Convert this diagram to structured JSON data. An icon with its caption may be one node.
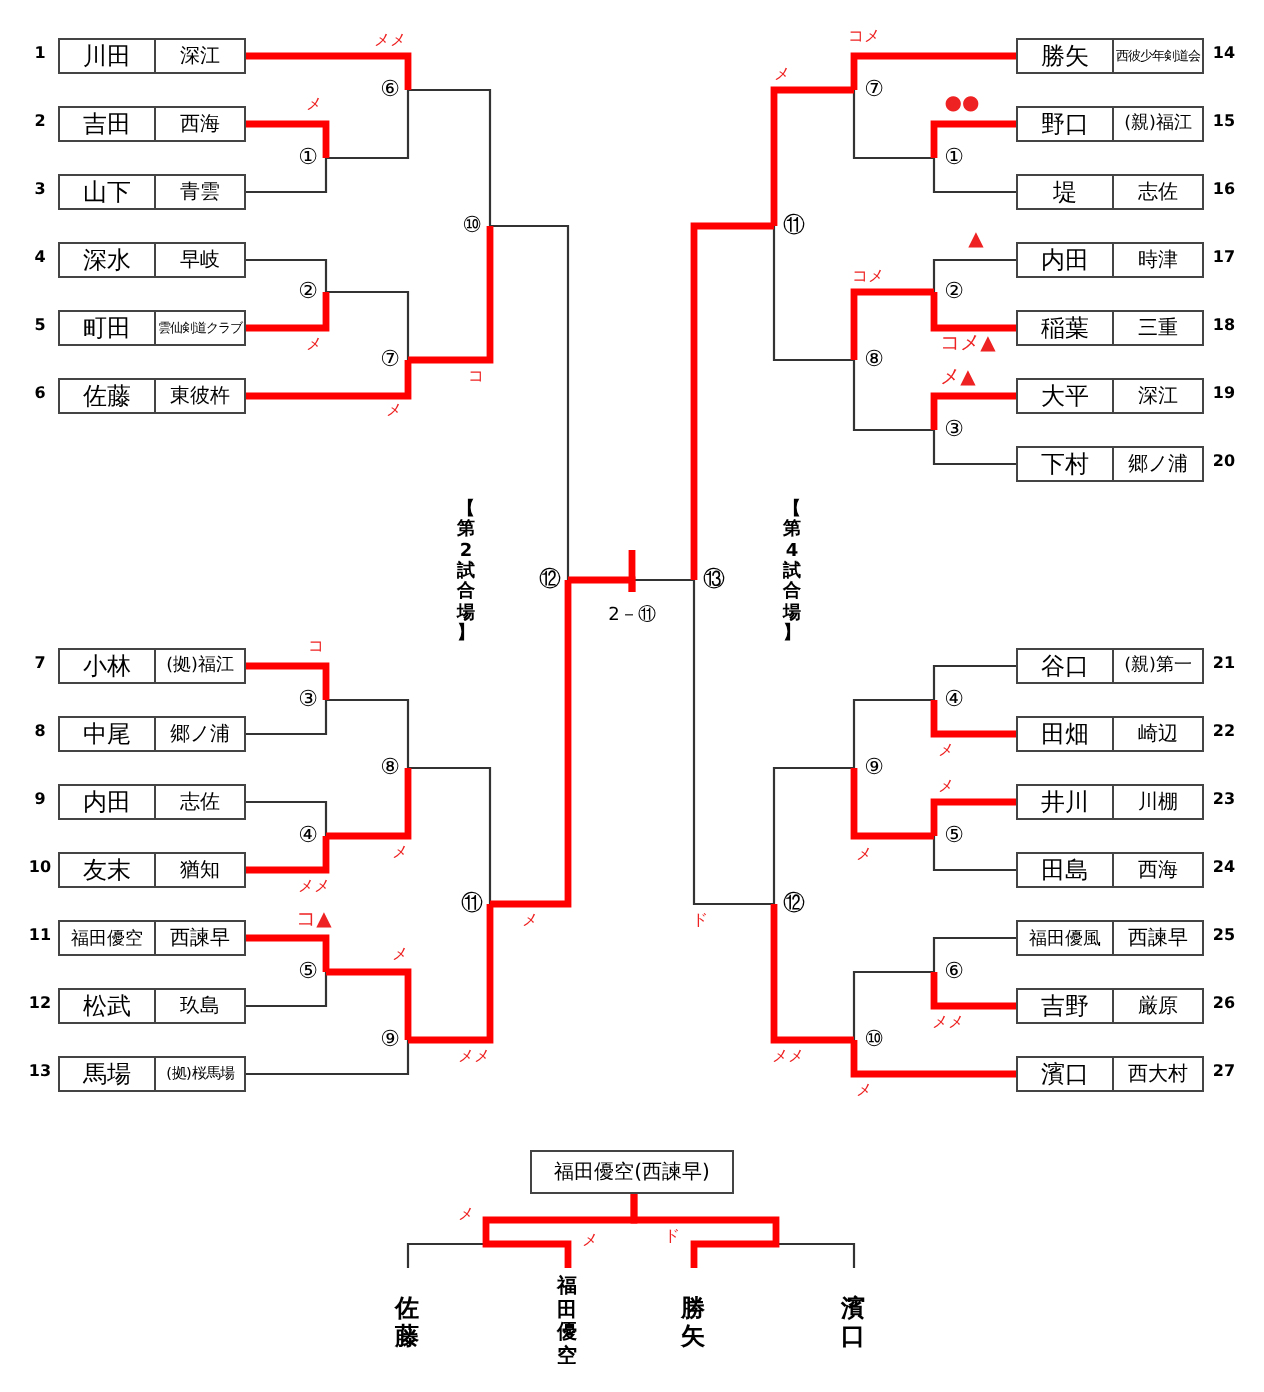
{
  "diagram": {
    "nodes": [
      {
        "text": [
          "川田",
          "深江"
        ],
        "beside": [
          "1"
        ]
      },
      {
        "text": [
          "吉田",
          "西海"
        ],
        "beside": [
          "2"
        ]
      },
      {
        "text": [
          "山下",
          "青雲"
        ],
        "beside": [
          "3"
        ]
      },
      {
        "text": [
          "深水",
          "早岐"
        ],
        "beside": [
          "4"
        ]
      },
      {
        "text": [
          "町田",
          "雲仙剣道クラブ"
        ],
        "beside": [
          "5"
        ]
      },
      {
        "text": [
          "佐藤",
          "東彼杵"
        ],
        "beside": [
          "6"
        ]
      },
      {
        "text": [
          "小林",
          "(拠)福江"
        ],
        "beside": [
          "7"
        ]
      },
      {
        "text": [
          "中尾",
          "郷ノ浦"
        ],
        "beside": [
          "8"
        ]
      },
      {
        "text": [
          "内田",
          "志佐"
        ],
        "beside": [
          "9"
        ]
      },
      {
        "text": [
          "友末",
          "猶知"
        ],
        "beside": [
          "10"
        ]
      },
      {
        "text": [
          "福田優空",
          "西諫早"
        ],
        "beside": [
          "11"
        ]
      },
      {
        "text": [
          "松武",
          "玖島"
        ],
        "beside": [
          "12"
        ]
      },
      {
        "text": [
          "馬場",
          "(拠)桜馬場"
        ],
        "beside": [
          "13"
        ]
      },
      {
        "text": [
          "勝矢",
          "西彼少年剣道会"
        ],
        "beside": [
          "14"
        ]
      },
      {
        "text": [
          "野口",
          "(親)福江"
        ],
        "beside": [
          "15"
        ]
      },
      {
        "text": [
          "堤",
          "志佐"
        ],
        "beside": [
          "16"
        ]
      },
      {
        "text": [
          "内田",
          "時津"
        ],
        "beside": [
          "17"
        ]
      },
      {
        "text": [
          "稲葉",
          "三重"
        ],
        "beside": [
          "18"
        ]
      },
      {
        "text": [
          "大平",
          "深江"
        ],
        "beside": [
          "19"
        ]
      },
      {
        "text": [
          "下村",
          "郷ノ浦"
        ],
        "beside": [
          "20"
        ]
      },
      {
        "text": [
          "谷口",
          "(親)第一"
        ],
        "beside": [
          "21"
        ]
      },
      {
        "text": [
          "田畑",
          "崎辺"
        ],
        "beside": [
          "22"
        ]
      },
      {
        "text": [
          "井川",
          "川棚"
        ],
        "beside": [
          "23"
        ]
      },
      {
        "text": [
          "田島",
          "西海"
        ],
        "beside": [
          "24"
        ]
      },
      {
        "text": [
          "福田優風",
          "西諫早"
        ],
        "beside": [
          "25"
        ]
      },
      {
        "text": [
          "吉野",
          "厳原"
        ],
        "beside": [
          "26"
        ]
      },
      {
        "text": [
          "濱口",
          "西大村"
        ],
        "beside": [
          "27"
        ]
      },
      {
        "text": [
          "①"
        ]
      },
      {
        "text": [
          "②"
        ]
      },
      {
        "text": [
          "③"
        ]
      },
      {
        "text": [
          "④"
        ]
      },
      {
        "text": [
          "⑤"
        ]
      },
      {
        "text": [
          "⑥"
        ]
      },
      {
        "text": [
          "⑦"
        ]
      },
      {
        "text": [
          "⑧"
        ]
      },
      {
        "text": [
          "⑨"
        ]
      },
      {
        "text": [
          "⑩"
        ]
      },
      {
        "text": [
          "⑪"
        ]
      },
      {
        "text": [
          "⑫"
        ]
      },
      {
        "text": [
          "①"
        ]
      },
      {
        "text": [
          "②"
        ]
      },
      {
        "text": [
          "③"
        ]
      },
      {
        "text": [
          "④"
        ]
      },
      {
        "text": [
          "⑤"
        ]
      },
      {
        "text": [
          "⑥"
        ]
      },
      {
        "text": [
          "⑦"
        ]
      },
      {
        "text": [
          "⑧"
        ]
      },
      {
        "text": [
          "⑨"
        ]
      },
      {
        "text": [
          "⑩"
        ]
      },
      {
        "text": [
          "⑪"
        ]
      },
      {
        "text": [
          "⑫"
        ]
      },
      {
        "text": [
          "⑬"
        ]
      },
      {
        "text": [
          "2－⑪"
        ]
      },
      {
        "text": [
          "福田優空(西諫早)"
        ]
      },
      {
        "text": [
          "佐藤"
        ]
      },
      {
        "text": [
          "福田優空"
        ]
      },
      {
        "text": [
          "勝矢"
        ]
      },
      {
        "text": [
          "濱口"
        ]
      }
    ],
    "edges": [
      {
        "from": 0,
        "to": 32,
        "arrow": "none",
        "color": "#ff0000",
        "label": "メメ"
      },
      {
        "from": 1,
        "to": 27,
        "arrow": "none",
        "color": "#ff0000",
        "label": "メ"
      },
      {
        "from": 2,
        "to": 27,
        "arrow": "none",
        "color": "#333333"
      },
      {
        "from": 27,
        "to": 32,
        "arrow": "none",
        "color": "#333333"
      },
      {
        "from": 3,
        "to": 28,
        "arrow": "none",
        "color": "#333333"
      },
      {
        "from": 4,
        "to": 28,
        "arrow": "none",
        "color": "#ff0000",
        "label": "メ"
      },
      {
        "from": 28,
        "to": 33,
        "arrow": "none",
        "color": "#333333"
      },
      {
        "from": 5,
        "to": 33,
        "arrow": "none",
        "color": "#ff0000",
        "label": "メ"
      },
      {
        "from": 32,
        "to": 36,
        "arrow": "none",
        "color": "#333333"
      },
      {
        "from": 33,
        "to": 36,
        "arrow": "none",
        "color": "#ff0000",
        "label": "コ"
      },
      {
        "from": 36,
        "to": 38,
        "arrow": "none",
        "color": "#333333"
      },
      {
        "from": 6,
        "to": 29,
        "arrow": "none",
        "color": "#ff0000",
        "label": "コ"
      },
      {
        "from": 7,
        "to": 29,
        "arrow": "none",
        "color": "#333333"
      },
      {
        "from": 8,
        "to": 30,
        "arrow": "none",
        "color": "#333333"
      },
      {
        "from": 9,
        "to": 30,
        "arrow": "none",
        "color": "#ff0000",
        "label": "メメ"
      },
      {
        "from": 29,
        "to": 34,
        "arrow": "none",
        "color": "#333333"
      },
      {
        "from": 30,
        "to": 34,
        "arrow": "none",
        "color": "#ff0000",
        "label": "メ"
      },
      {
        "from": 10,
        "to": 31,
        "arrow": "none",
        "color": "#ff0000",
        "label": "コ▲"
      },
      {
        "from": 11,
        "to": 31,
        "arrow": "none",
        "color": "#333333"
      },
      {
        "from": 31,
        "to": 35,
        "arrow": "none",
        "color": "#ff0000",
        "label": "メ"
      },
      {
        "from": 12,
        "to": 35,
        "arrow": "none",
        "color": "#333333"
      },
      {
        "from": 34,
        "to": 37,
        "arrow": "none",
        "color": "#333333"
      },
      {
        "from": 35,
        "to": 37,
        "arrow": "none",
        "color": "#ff0000",
        "label": "メメ"
      },
      {
        "from": 37,
        "to": 38,
        "arrow": "none",
        "color": "#ff0000",
        "label": "メ"
      },
      {
        "from": 38,
        "to": 52,
        "arrow": "none",
        "color": "#ff0000"
      },
      {
        "from": 51,
        "to": 52,
        "arrow": "none",
        "color": "#333333"
      },
      {
        "from": 52,
        "to": null,
        "arrow": "none",
        "color": "#ff0000"
      },
      {
        "from": 13,
        "to": 45,
        "arrow": "none",
        "color": "#ff0000",
        "label": "コメ"
      },
      {
        "from": 14,
        "to": 39,
        "arrow": "none",
        "color": "#ff0000",
        "label": "●●"
      },
      {
        "from": 15,
        "to": 39,
        "arrow": "none",
        "color": "#333333"
      },
      {
        "from": 39,
        "to": 45,
        "arrow": "none",
        "color": "#333333"
      },
      {
        "from": 16,
        "to": 40,
        "arrow": "none",
        "color": "#333333",
        "label": "▲"
      },
      {
        "from": 17,
        "to": 40,
        "arrow": "none",
        "color": "#ff0000",
        "label": "コメ▲"
      },
      {
        "from": 18,
        "to": 41,
        "arrow": "none",
        "color": "#ff0000",
        "label": "メ▲"
      },
      {
        "from": 19,
        "to": 41,
        "arrow": "none",
        "color": "#333333"
      },
      {
        "from": 40,
        "to": 46,
        "arrow": "none",
        "color": "#ff0000",
        "label": "コメ"
      },
      {
        "from": 41,
        "to": 46,
        "arrow": "none",
        "color": "#333333"
      },
      {
        "from": 45,
        "to": 49,
        "arrow": "none",
        "color": "#ff0000",
        "label": "メ"
      },
      {
        "from": 46,
        "to": 49,
        "arrow": "none",
        "color": "#333333"
      },
      {
        "from": 49,
        "to": 51,
        "arrow": "none",
        "color": "#ff0000"
      },
      {
        "from": 20,
        "to": 42,
        "arrow": "none",
        "color": "#333333"
      },
      {
        "from": 21,
        "to": 42,
        "arrow": "none",
        "color": "#ff0000",
        "label": "メ"
      },
      {
        "from": 22,
        "to": 43,
        "arrow": "none",
        "color": "#ff0000",
        "label": "メ"
      },
      {
        "from": 23,
        "to": 43,
        "arrow": "none",
        "color": "#333333"
      },
      {
        "from": 42,
        "to": 47,
        "arrow": "none",
        "color": "#333333"
      },
      {
        "from": 43,
        "to": 47,
        "arrow": "none",
        "color": "#ff0000",
        "label": "メ"
      },
      {
        "from": 24,
        "to": 44,
        "arrow": "none",
        "color": "#333333"
      },
      {
        "from": 25,
        "to": 44,
        "arrow": "none",
        "color": "#ff0000",
        "label": "メメ"
      },
      {
        "from": 44,
        "to": 48,
        "arrow": "none",
        "color": "#333333"
      },
      {
        "from": 26,
        "to": 48,
        "arrow": "none",
        "color": "#ff0000",
        "label": "メ"
      },
      {
        "from": 47,
        "to": 50,
        "arrow": "none",
        "color": "#333333"
      },
      {
        "from": 48,
        "to": 50,
        "arrow": "none",
        "color": "#ff0000",
        "label": "メメ"
      },
      {
        "from": 50,
        "to": 51,
        "arrow": "none",
        "color": "#333333",
        "label": "ド"
      },
      {
        "from": 54,
        "to": 53,
        "arrow": "none",
        "color": "#333333"
      },
      {
        "from": 55,
        "to": 53,
        "arrow": "none",
        "color": "#ff0000",
        "label": "メ"
      },
      {
        "from": 56,
        "to": 53,
        "arrow": "none",
        "color": "#ff0000",
        "label": "ド"
      },
      {
        "from": 57,
        "to": 53,
        "arrow": "none",
        "color": "#333333"
      }
    ],
    "labels": [
      "【第2試合場】",
      "【第4試合場】",
      "メ"
    ]
  }
}
